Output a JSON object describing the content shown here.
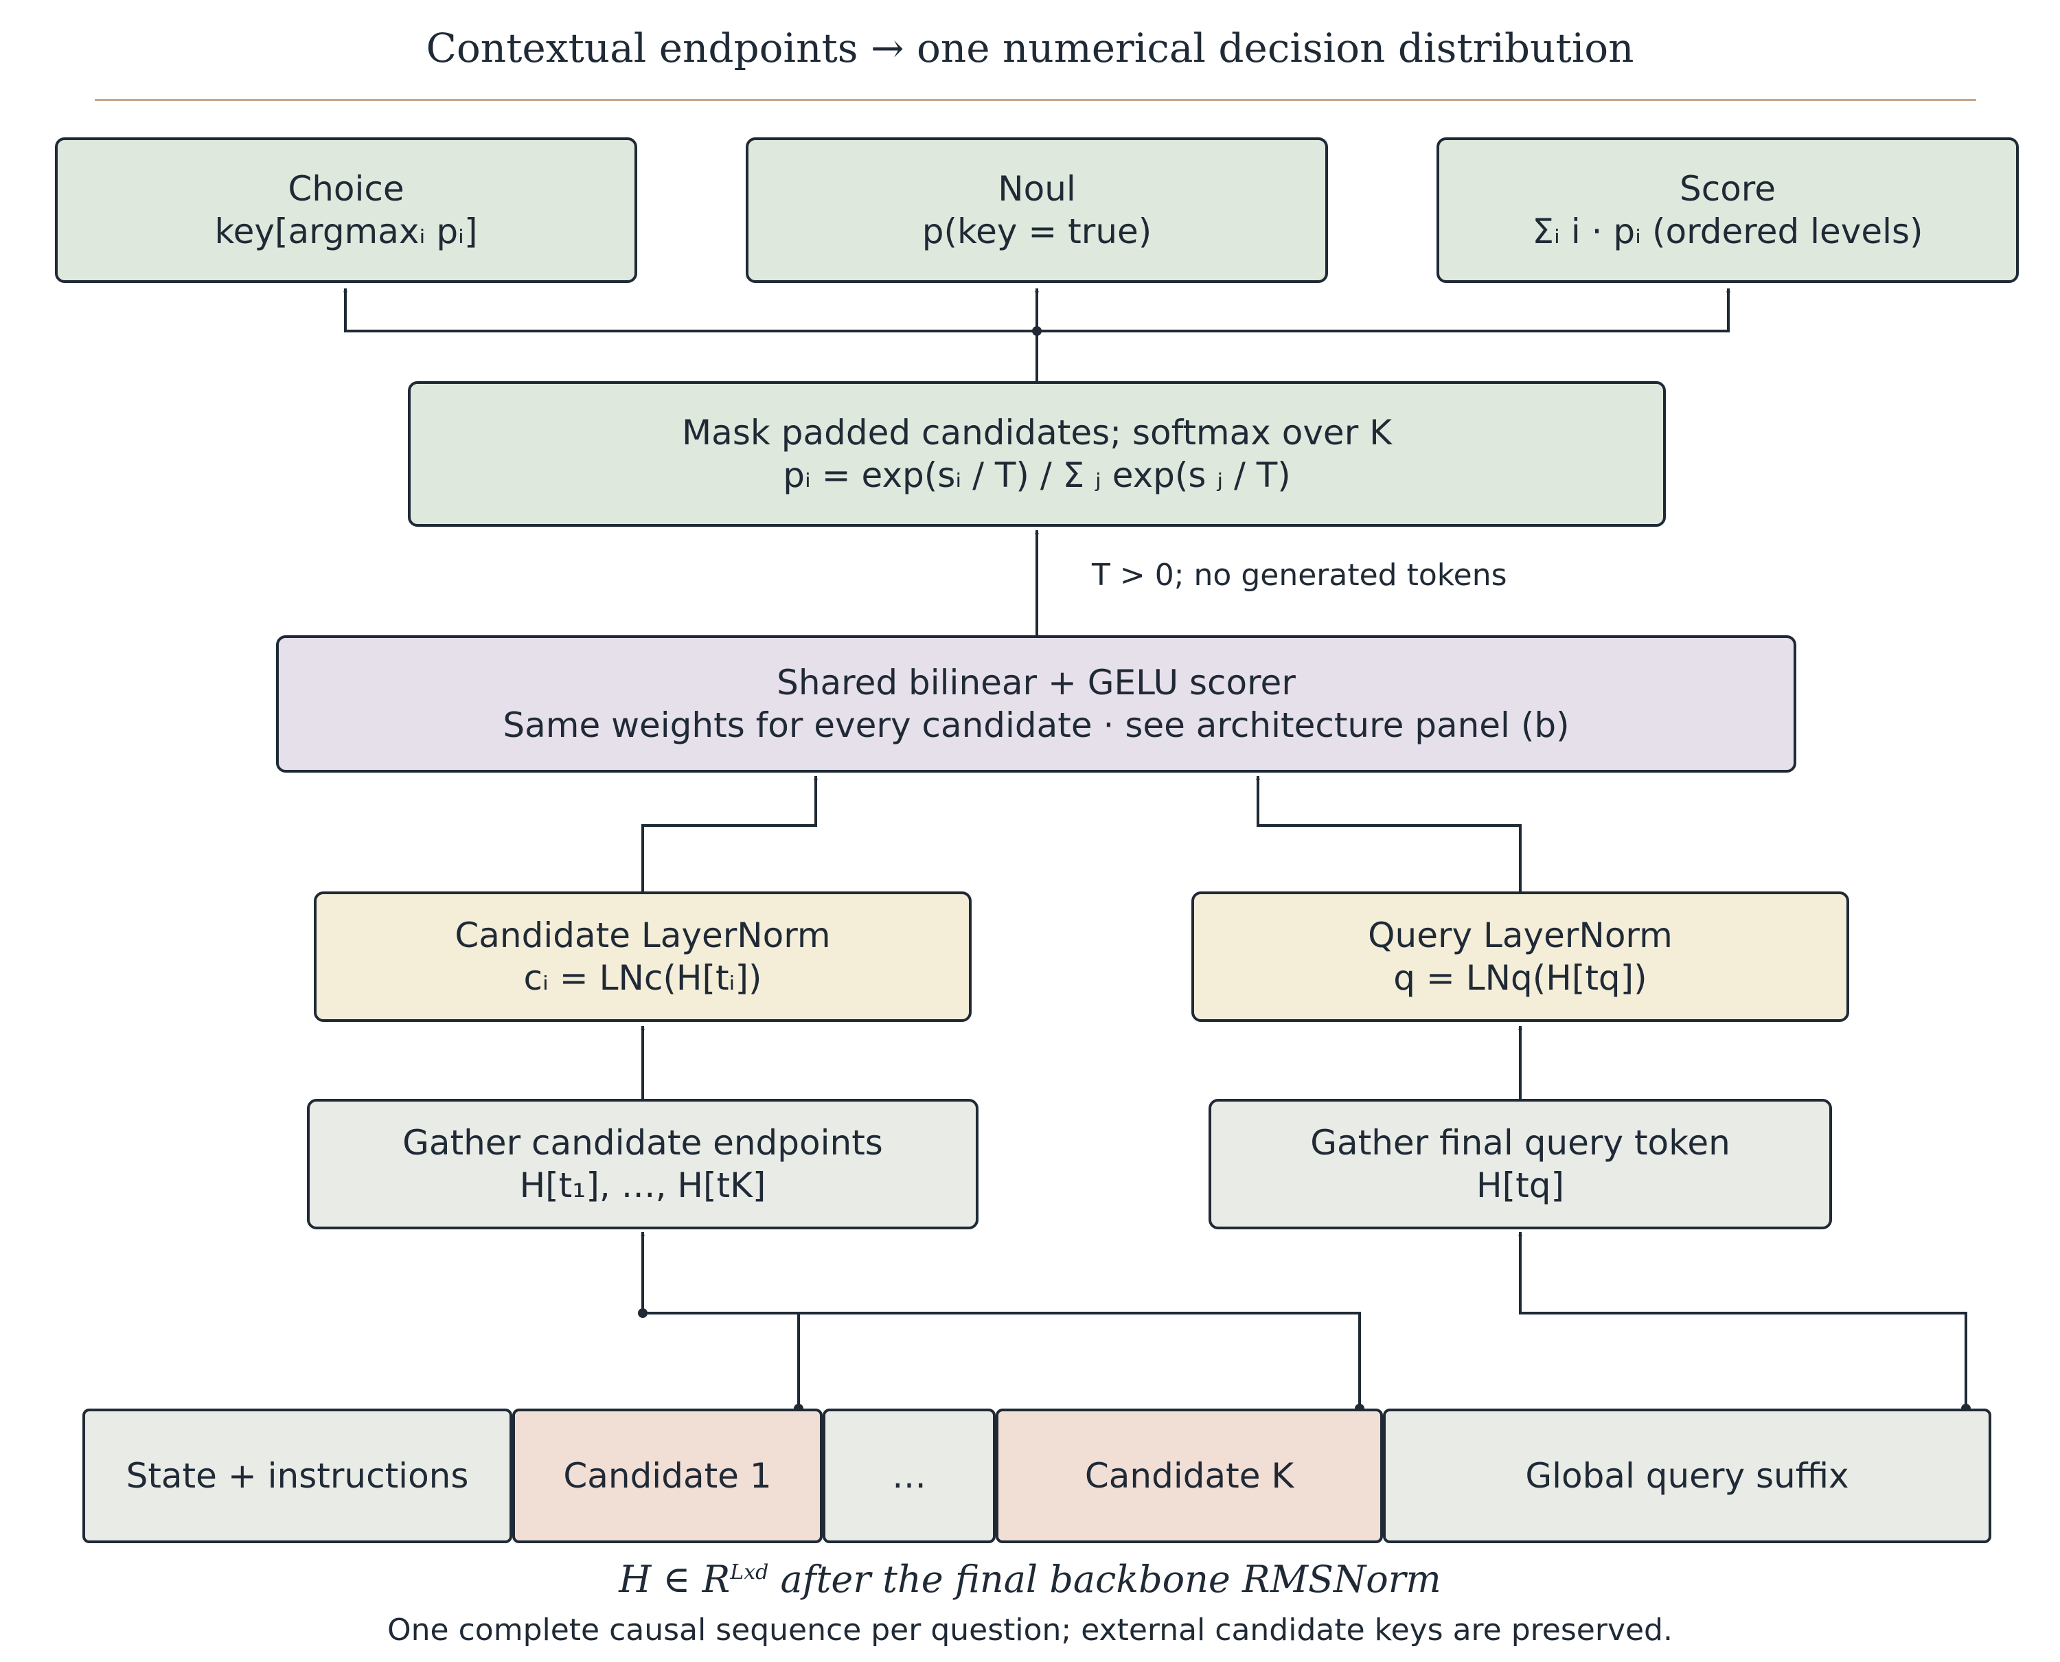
{
  "title": "Contextual endpoints → one numerical decision distribution",
  "outputs": {
    "choice": {
      "name": "Choice",
      "formula": "key[argmaxᵢ pᵢ]"
    },
    "noul": {
      "name": "Noul",
      "formula": "p(key = true)"
    },
    "score": {
      "name": "Score",
      "formula": "Σᵢ i · pᵢ (ordered levels)"
    }
  },
  "softmax": {
    "line1": "Mask padded candidates; softmax over K",
    "line2": "pᵢ = exp(sᵢ / T) / Σ ⱼ  exp(s ⱼ  / T)"
  },
  "temperature_note": "T > 0; no generated tokens",
  "scorer": {
    "line1": "Shared bilinear + GELU scorer",
    "line2": "Same weights for every candidate · see architecture panel (b)"
  },
  "candidate_norm": {
    "line1": "Candidate LayerNorm",
    "line2": "cᵢ = LNc(H[tᵢ])"
  },
  "query_norm": {
    "line1": "Query LayerNorm",
    "line2": "q = LNq(H[tq])"
  },
  "gather_candidates": {
    "line1": "Gather candidate endpoints",
    "line2": "H[t₁], …, H[tK]"
  },
  "gather_query": {
    "line1": "Gather final query token",
    "line2": "H[tq]"
  },
  "sequence": {
    "state": "State + instructions",
    "candidate_1": "Candidate 1",
    "ellipsis": "…",
    "candidate_k": "Candidate K",
    "query_suffix": "Global query suffix"
  },
  "caption": {
    "math_prefix": "H ∈ R",
    "math_sup": "Lxd",
    "math_suffix": " after the final backbone RMSNorm",
    "text": "One complete causal sequence per question; external candidate keys are preserved."
  },
  "colors": {
    "output_fill": "#dfe8dd",
    "scorer_fill": "#e6e0eb",
    "norm_fill": "#f4edd8",
    "gather_fill": "#e9ebe6",
    "candidate_fill": "#f1ded5",
    "stroke": "#1f2a36",
    "rule": "#c9a48c"
  }
}
